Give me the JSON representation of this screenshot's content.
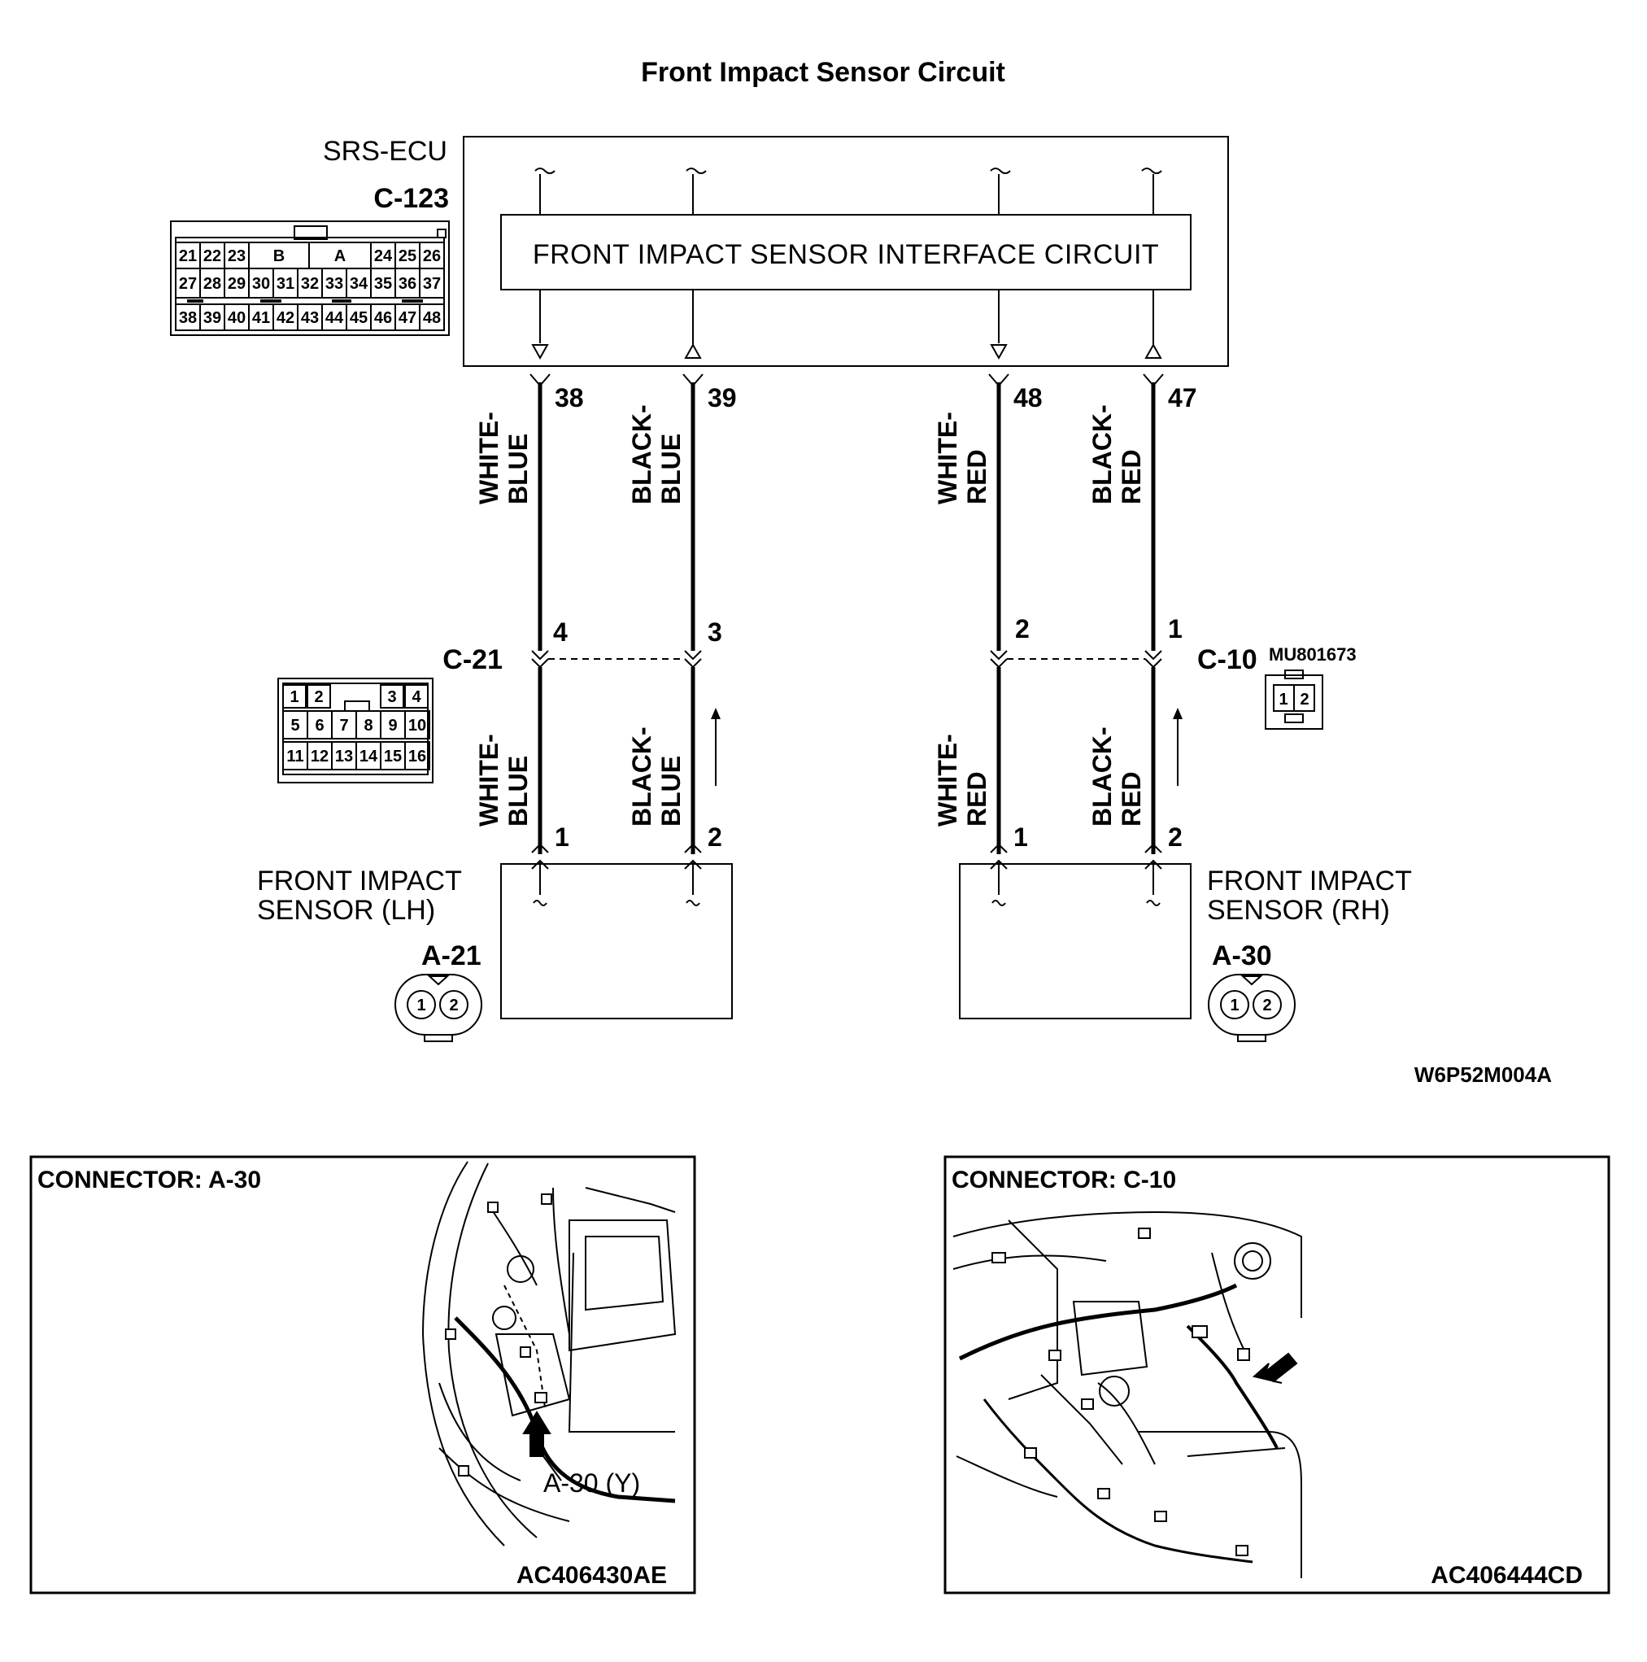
{
  "title": "Front Impact Sensor Circuit",
  "ecu": {
    "label": "SRS-ECU",
    "connector": "C-123",
    "circuit_label": "FRONT IMPACT SENSOR INTERFACE CIRCUIT",
    "connector_face": {
      "row1": [
        "21",
        "22",
        "23",
        "B",
        "A",
        "24",
        "25",
        "26"
      ],
      "row2": [
        "27",
        "28",
        "29",
        "30",
        "31",
        "32",
        "33",
        "34",
        "35",
        "36",
        "37"
      ],
      "row3": [
        "38",
        "39",
        "40",
        "41",
        "42",
        "43",
        "44",
        "45",
        "46",
        "47",
        "48"
      ]
    }
  },
  "wires": [
    {
      "ecu_pin": "38",
      "color": [
        "WHITE-",
        "BLUE"
      ],
      "c_pin": "4",
      "sensor_pin": "1",
      "lower_color": [
        "WHITE-",
        "BLUE"
      ]
    },
    {
      "ecu_pin": "39",
      "color": [
        "BLACK-",
        "BLUE"
      ],
      "c_pin": "3",
      "sensor_pin": "2",
      "lower_color": [
        "BLACK-",
        "BLUE"
      ]
    },
    {
      "ecu_pin": "48",
      "color": [
        "WHITE-",
        "RED"
      ],
      "c_pin": "2",
      "sensor_pin": "1",
      "lower_color": [
        "WHITE-",
        "RED"
      ]
    },
    {
      "ecu_pin": "47",
      "color": [
        "BLACK-",
        "RED"
      ],
      "c_pin": "1",
      "sensor_pin": "2",
      "lower_color": [
        "BLACK-",
        "RED"
      ]
    }
  ],
  "c21": {
    "label": "C-21",
    "face": {
      "row1": [
        "1",
        "2",
        "3",
        "4"
      ],
      "row2": [
        "5",
        "6",
        "7",
        "8",
        "9",
        "10"
      ],
      "row3": [
        "11",
        "12",
        "13",
        "14",
        "15",
        "16"
      ]
    }
  },
  "c10": {
    "label": "C-10",
    "part_number": "MU801673",
    "face": [
      "1",
      "2"
    ]
  },
  "sensor_lh": {
    "label_line1": "FRONT IMPACT",
    "label_line2": "SENSOR (LH)",
    "connector": "A-21",
    "face": [
      "1",
      "2"
    ]
  },
  "sensor_rh": {
    "label_line1": "FRONT IMPACT",
    "label_line2": "SENSOR (RH)",
    "connector": "A-30",
    "face": [
      "1",
      "2"
    ]
  },
  "diagram_code": "W6P52M004A",
  "panels": [
    {
      "title": "CONNECTOR: A-30",
      "callout": "A-30 (Y)",
      "code": "AC406430AE"
    },
    {
      "title": "CONNECTOR: C-10",
      "code": "AC406444CD"
    }
  ]
}
